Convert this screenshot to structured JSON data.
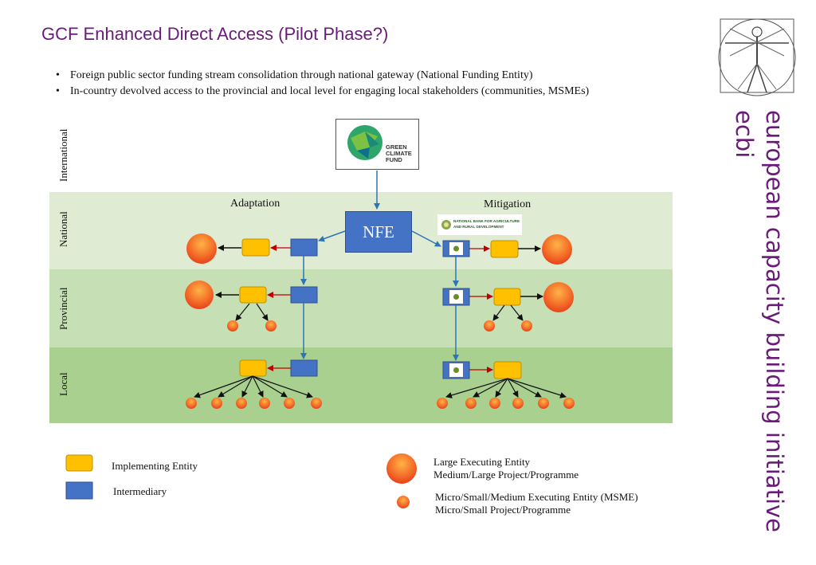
{
  "slide": {
    "title": "GCF Enhanced Direct Access (Pilot Phase?)",
    "bullets": [
      "Foreign public sector funding stream consolidation through national gateway (National Funding Entity)",
      "In-country devolved access to the provincial and local level for engaging local stakeholders (communities, MSMEs)"
    ],
    "side_brand": [
      "european capacity building initiative",
      "ecbi"
    ]
  },
  "diagram": {
    "levels": [
      "International",
      "National",
      "Provincial",
      "Local"
    ],
    "gcf_logo": [
      "GREEN",
      "CLIMATE",
      "FUND"
    ],
    "nfe_label": "NFE",
    "columns": [
      "Adaptation",
      "Mitigation"
    ],
    "bank_logo": [
      "NATIONAL BANK FOR AGRICULTURE",
      "AND RURAL DEVELOPMENT"
    ],
    "colors": {
      "implementing": "#ffc000",
      "intermediary": "#4472c4",
      "executing": "#f4702a",
      "band_national": "#dfecd3",
      "band_provincial": "#c7dfb4",
      "band_local": "#a9d08e",
      "title": "#6a1b7a"
    }
  },
  "legend": {
    "implementing_entity": "Implementing Entity",
    "intermediary": "Intermediary",
    "large": [
      "Large Executing Entity",
      "Medium/Large Project/Programme"
    ],
    "small": [
      "Micro/Small/Medium Executing Entity (MSME)",
      "Micro/Small Project/Programme"
    ]
  }
}
